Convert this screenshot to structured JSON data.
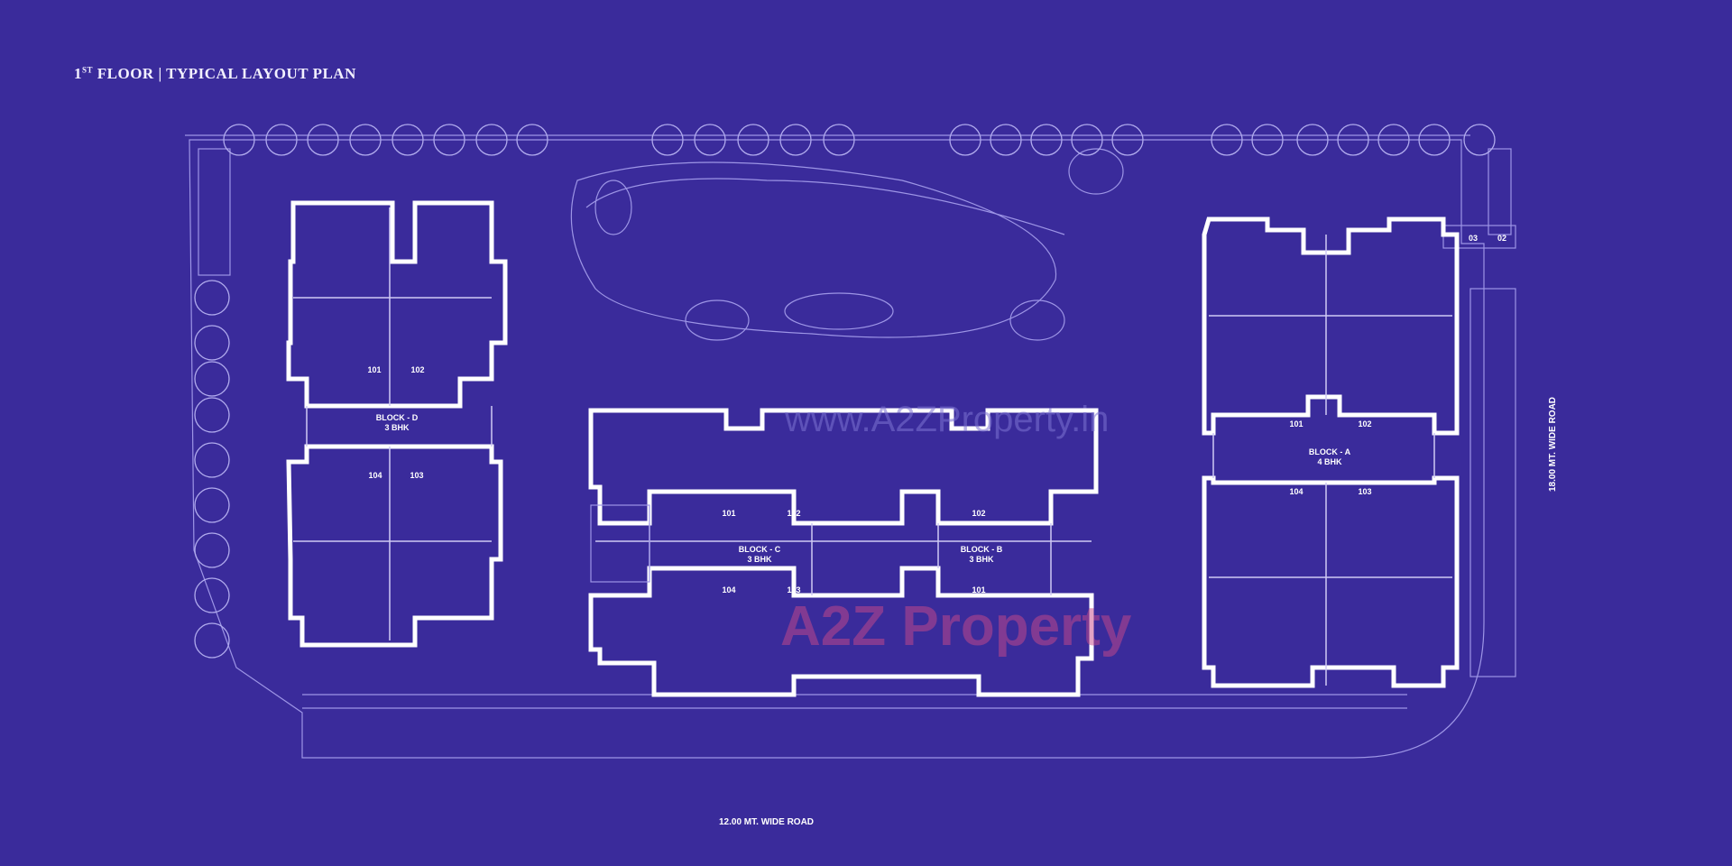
{
  "title": {
    "ordinal": "1",
    "suffix": "ST",
    "text": "FLOOR | TYPICAL LAYOUT PLAN"
  },
  "colors": {
    "background": "#3a2b9b",
    "walls": "#ffffff",
    "lines": "#9d95e6"
  },
  "blocks": [
    {
      "name": "BLOCK - D",
      "type": "3 BHK",
      "units": [
        "101",
        "102",
        "103",
        "104"
      ]
    },
    {
      "name": "BLOCK - C",
      "type": "3 BHK",
      "units": [
        "101",
        "102",
        "103",
        "104"
      ]
    },
    {
      "name": "BLOCK - B",
      "type": "3 BHK",
      "units": [
        "101",
        "102"
      ]
    },
    {
      "name": "BLOCK - A",
      "type": "4 BHK",
      "units": [
        "101",
        "102",
        "103",
        "104"
      ]
    }
  ],
  "roads": {
    "bottom": "12.00 MT. WIDE  ROAD",
    "right": "18.00 MT. WIDE ROAD"
  },
  "parking_labels": [
    "03",
    "02"
  ],
  "watermark": {
    "url": "www.A2ZProperty.in",
    "logo": "A2Z Property"
  }
}
